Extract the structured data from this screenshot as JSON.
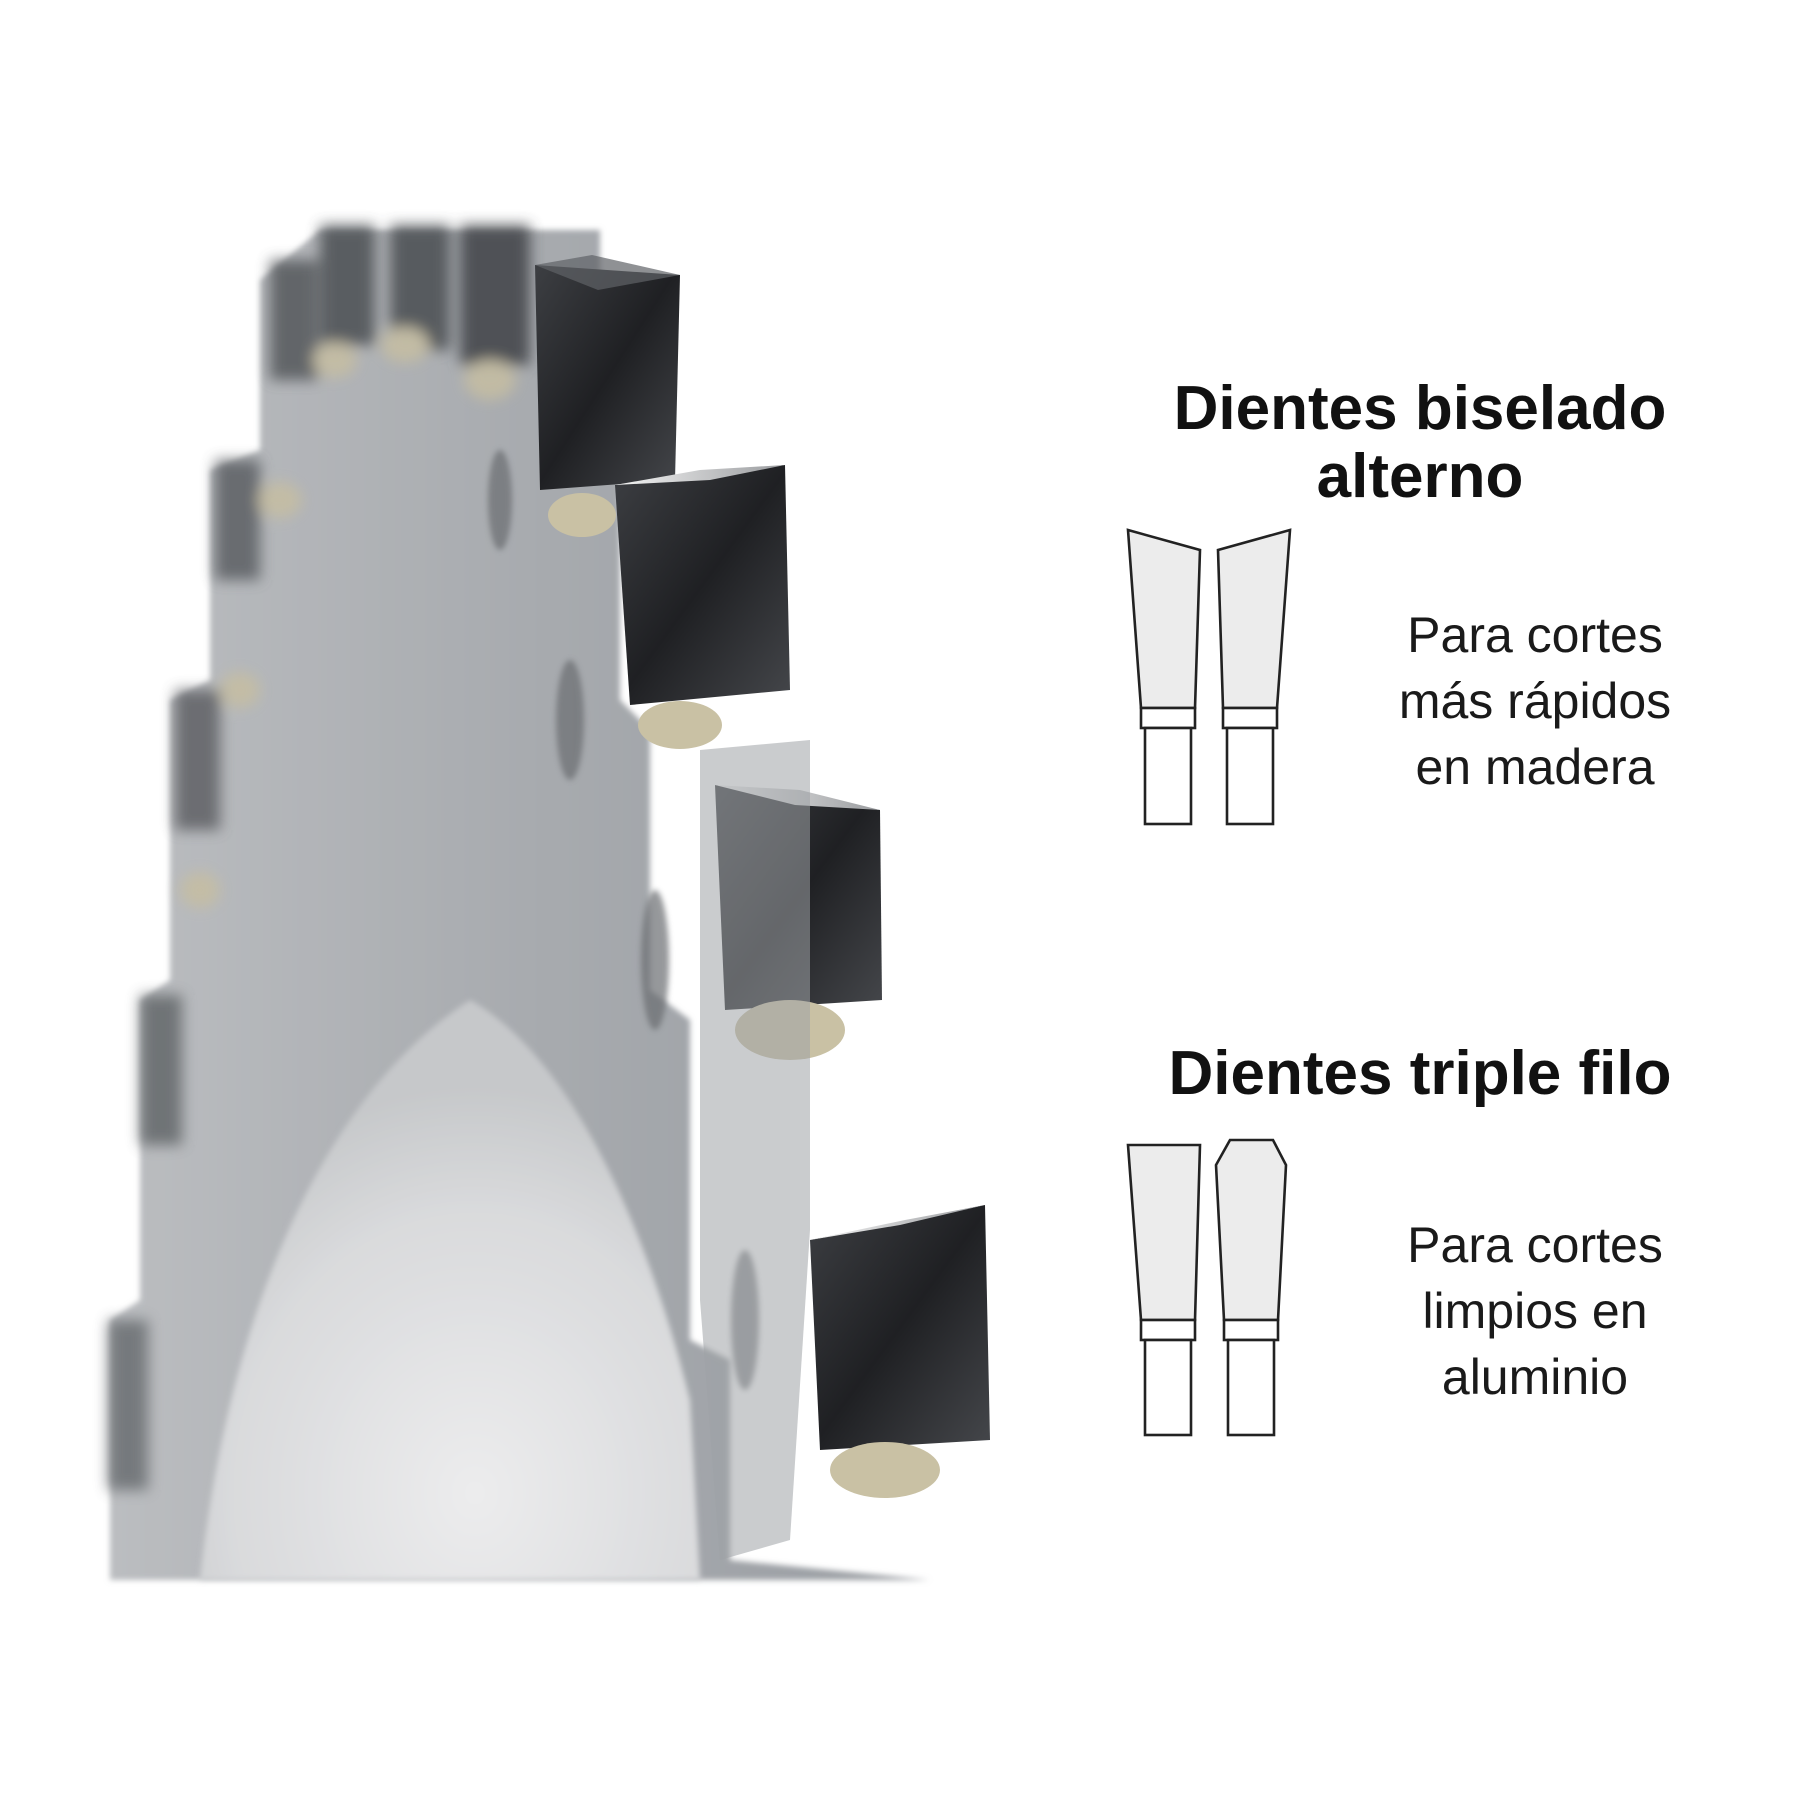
{
  "sections": [
    {
      "id": "alternate-bevel",
      "title_lines": [
        "Dientes biselado",
        "alterno"
      ],
      "caption_lines": [
        "Para cortes",
        "más rápidos",
        "en madera"
      ],
      "icons": [
        "bevel-left-tooth-icon",
        "bevel-right-tooth-icon"
      ]
    },
    {
      "id": "triple-chip",
      "title_lines": [
        "Dientes triple filo"
      ],
      "caption_lines": [
        "Para cortes",
        "limpios en",
        "aluminio"
      ],
      "icons": [
        "flat-tooth-icon",
        "triple-chip-tooth-icon"
      ]
    }
  ],
  "colors": {
    "background": "#ffffff",
    "text": "#111111",
    "icon_stroke": "#222222",
    "icon_fill": "#ececec",
    "blade_steel": "#a9acb0",
    "tooth_carbide": "#2c2d30",
    "braze": "#c9c1a4"
  },
  "image": {
    "subject": "saw-blade-closeup"
  }
}
